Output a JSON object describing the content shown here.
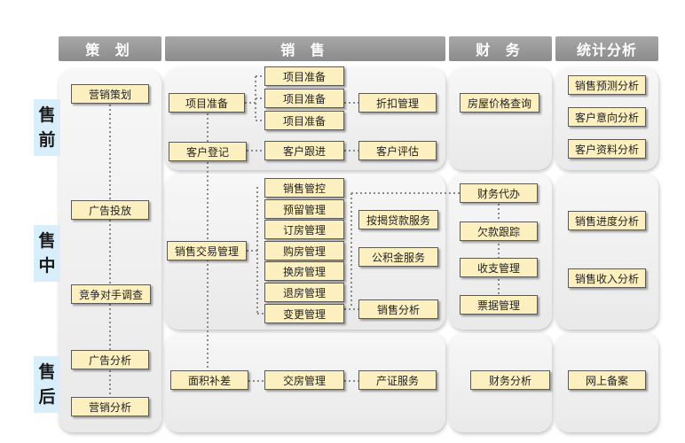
{
  "columns": {
    "plan": "策 划",
    "sales": "销 售",
    "finance": "财 务",
    "analysis": "统计分析"
  },
  "rows": {
    "pre": [
      "售",
      "前"
    ],
    "mid": [
      "售",
      "中"
    ],
    "post": [
      "售",
      "后"
    ]
  },
  "plan": {
    "marketing_plan": "营销策划",
    "ad_placement": "广告投放",
    "competitor_research": "竞争对手调查",
    "ad_analysis": "广告分析",
    "marketing_analysis": "营销分析"
  },
  "sales_pre": {
    "project_prep": "项目准备",
    "sub_items": [
      "项目准备",
      "项目准备",
      "项目准备"
    ],
    "discount_mgmt": "折扣管理",
    "customer_register": "客户登记",
    "customer_followup": "客户跟进",
    "customer_evaluation": "客户评估"
  },
  "sales_mid": {
    "transaction_mgmt": "销售交易管理",
    "sub_items": [
      "销售管控",
      "预留管理",
      "订房管理",
      "购房管理",
      "换房管理",
      "退房管理",
      "变更管理"
    ],
    "mortgage_service": "按揭贷款服务",
    "provident_fund_service": "公积金服务",
    "sales_analysis": "销售分析"
  },
  "sales_post": {
    "area_adjustment": "面积补差",
    "handover_mgmt": "交房管理",
    "certificate_service": "产证服务"
  },
  "finance": {
    "price_query": "房屋价格查询",
    "finance_agency": "财务代办",
    "arrears_tracking": "欠款跟踪",
    "income_expense_mgmt": "收支管理",
    "invoice_mgmt": "票据管理",
    "finance_analysis": "财务分析"
  },
  "analysis": {
    "sales_forecast": "销售预测分析",
    "customer_intent": "客户意向分析",
    "customer_data": "客户资料分析",
    "sales_progress": "销售进度分析",
    "sales_income": "销售收入分析",
    "online_filing": "网上备案"
  },
  "colors": {
    "box_fill": "#fdf0c0",
    "header_fill": "#9a9a9a",
    "row_label_fill": "#d8eefb"
  }
}
